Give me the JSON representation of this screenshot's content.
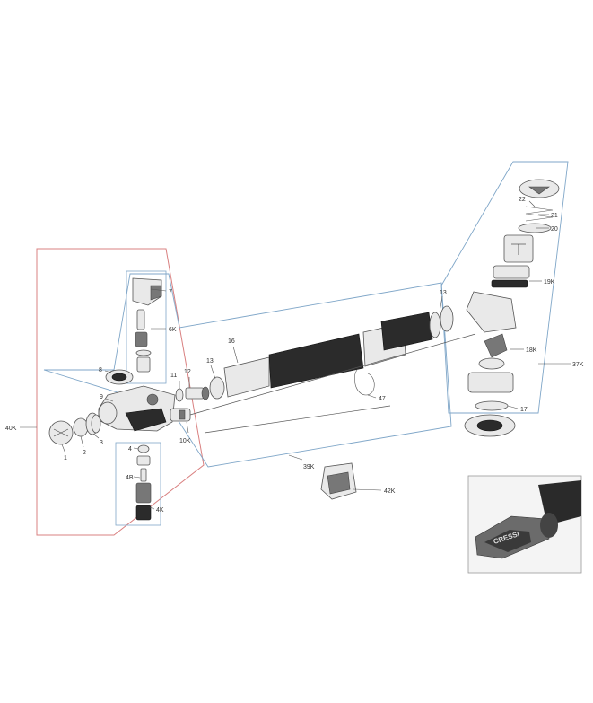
{
  "callouts": {
    "p1": "1",
    "p2": "2",
    "p3": "3",
    "p4": "4",
    "p4b": "4B",
    "p4k": "4K",
    "p6k": "6K",
    "p7": "7",
    "p8": "8",
    "p9": "9",
    "p10k": "10K",
    "p11": "11",
    "p12": "12",
    "p13a": "13",
    "p13b": "13",
    "p16": "16",
    "p17": "17",
    "p18k": "18K",
    "p19k": "19K",
    "p20": "20",
    "p21": "21",
    "p22": "22",
    "p37k": "37K",
    "p39k": "39K",
    "p40k": "40K",
    "p42k": "42K",
    "p47": "47"
  },
  "inset": {
    "brand": "CRESSI"
  },
  "colors": {
    "kit_outline_red": "#d98080",
    "kit_outline_blue": "#7fa6c8",
    "line": "#555555"
  }
}
